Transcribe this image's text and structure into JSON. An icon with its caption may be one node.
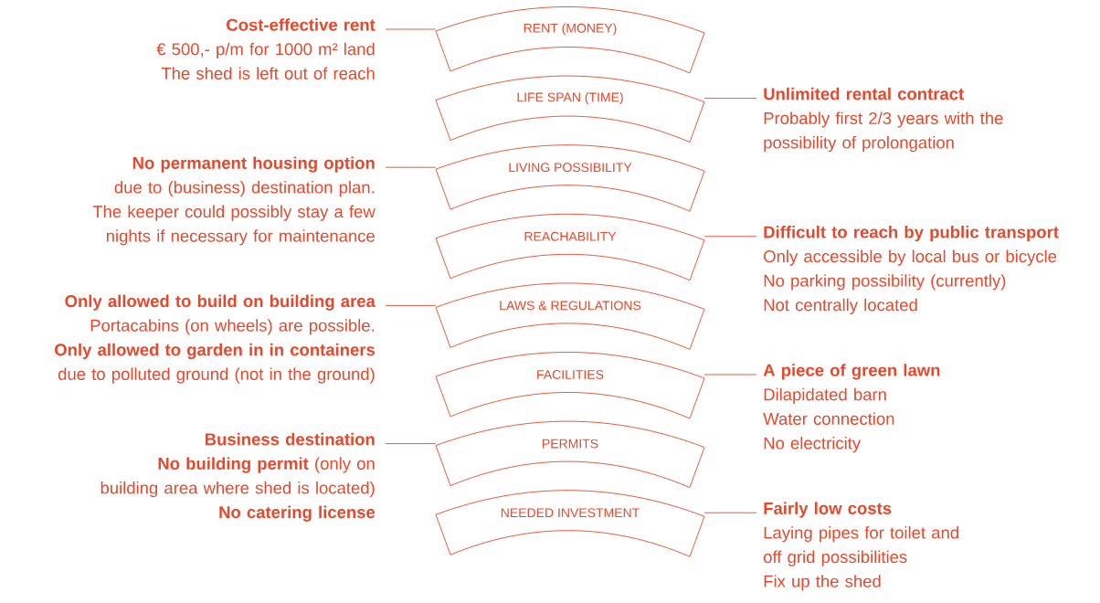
{
  "diagram": {
    "nodes": [
      {
        "text": [
          "RENT (MONEY)"
        ]
      },
      {
        "text": [
          "LIFE SPAN (TIME)"
        ]
      },
      {
        "text": [
          "LIVING POSSIBILITY"
        ]
      },
      {
        "text": [
          "REACHABILITY"
        ]
      },
      {
        "text": [
          "LAWS & REGULATIONS"
        ]
      },
      {
        "text": [
          "FACILITIES"
        ]
      },
      {
        "text": [
          "PERMITS"
        ]
      },
      {
        "text": [
          "NEEDED INVESTMENT"
        ]
      },
      {
        "text": [
          "Cost-effective rent",
          "€ 500,- p/m for 1000 m² land",
          "The shed is left out of reach"
        ]
      },
      {
        "text": [
          "Unlimited rental contract",
          "Probably first 2/3 years with the possibility of prolongation"
        ]
      },
      {
        "text": [
          "No permanent housing option",
          "due to (business) destination plan.",
          "The keeper could possibly stay a few nights if necessary for maintenance"
        ]
      },
      {
        "text": [
          "Difficult to reach by public transport",
          "Only accessible by local bus or bicycle",
          "No parking possibility (currently)",
          "Not centrally located"
        ]
      },
      {
        "text": [
          "Only allowed to build on building area",
          "Portacabins (on wheels) are possible.",
          "**Only allowed to garden in in containers**",
          "due to polluted ground (not in the ground)"
        ]
      },
      {
        "text": [
          "A piece of green lawn",
          "Dilapidated barn",
          "Water connection",
          "No electricity"
        ]
      },
      {
        "text": [
          "Business destination",
          "**No building permit** (only on building area where shed is located)",
          "**No catering license**"
        ]
      },
      {
        "text": [
          "Fairly low costs",
          "Laying pipes for toilet and off grid possibilities",
          "Fix up the shed"
        ]
      }
    ],
    "edges": [
      {
        "from": 8,
        "to": 0,
        "arrow": "none"
      },
      {
        "from": 9,
        "to": 1,
        "arrow": "none"
      },
      {
        "from": 10,
        "to": 2,
        "arrow": "none"
      },
      {
        "from": 11,
        "to": 3,
        "arrow": "none"
      },
      {
        "from": 12,
        "to": 4,
        "arrow": "none"
      },
      {
        "from": 13,
        "to": 5,
        "arrow": "none"
      },
      {
        "from": 14,
        "to": 6,
        "arrow": "none"
      },
      {
        "from": 15,
        "to": 7,
        "arrow": "none"
      }
    ]
  }
}
